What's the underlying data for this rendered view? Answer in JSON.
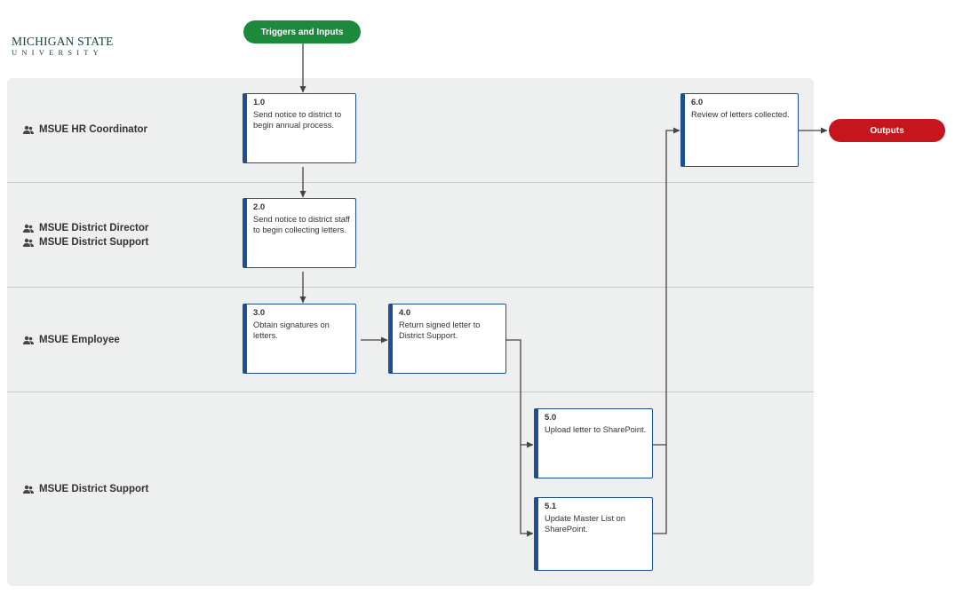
{
  "logo": {
    "line1": "MICHIGAN STATE",
    "line2": "UNIVERSITY"
  },
  "triggers": {
    "label": "Triggers and Inputs"
  },
  "outputs": {
    "label": "Outputs"
  },
  "lanes": [
    {
      "roles": [
        "MSUE HR Coordinator"
      ]
    },
    {
      "roles": [
        "MSUE District Director",
        "MSUE District Support"
      ]
    },
    {
      "roles": [
        "MSUE Employee"
      ]
    },
    {
      "roles": [
        "MSUE District Support"
      ]
    }
  ],
  "steps": {
    "s1_0": {
      "num": "1.0",
      "text": "Send notice to district to begin annual process."
    },
    "s2_0": {
      "num": "2.0",
      "text": "Send notice to district staff to begin collecting letters."
    },
    "s3_0": {
      "num": "3.0",
      "text": "Obtain signatures on letters."
    },
    "s4_0": {
      "num": "4.0",
      "text": "Return signed letter to District Support."
    },
    "s5_0": {
      "num": "5.0",
      "text": "Upload letter to SharePoint."
    },
    "s5_1": {
      "num": "5.1",
      "text": "Update Master List on SharePoint."
    },
    "s6_0": {
      "num": "6.0",
      "text": "Review of letters collected."
    }
  },
  "colors": {
    "triggers": "#1b8a3c",
    "outputs": "#c4161c",
    "box_border": "#1d4f94",
    "lane_bg": "#eeefef"
  }
}
